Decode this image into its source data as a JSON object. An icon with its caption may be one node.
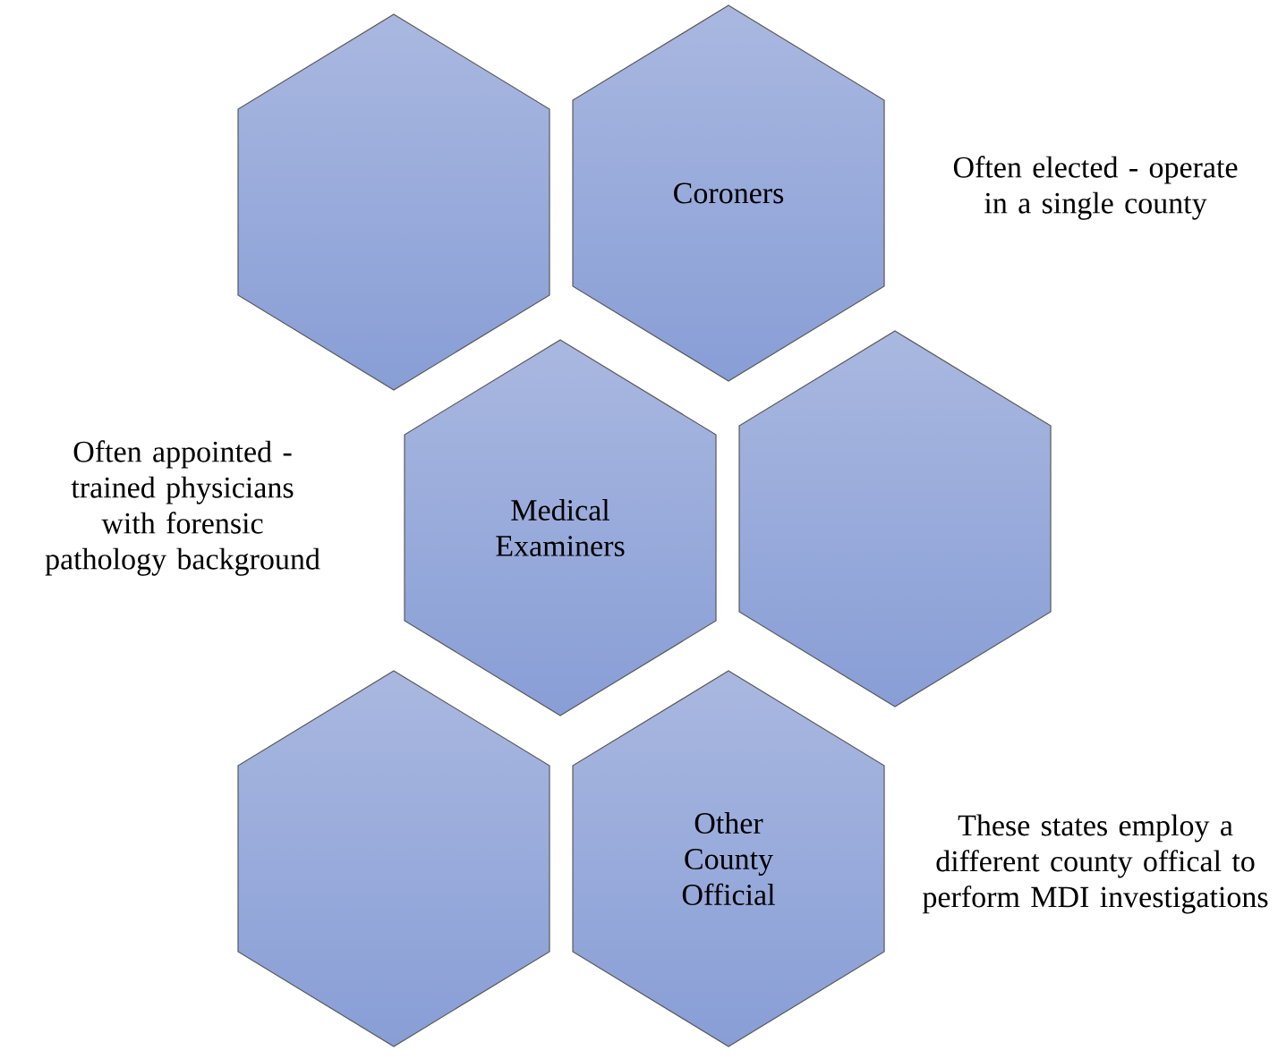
{
  "diagram": {
    "nodes": [
      {
        "text": [],
        "shape": "hexagon"
      },
      {
        "text": [
          "Coroners"
        ],
        "beside": [
          "Often elected - operate in a single county"
        ]
      },
      {
        "text": [
          "Medical Examiners"
        ]
      },
      {
        "text": [],
        "shape": "hexagon"
      },
      {
        "text": [],
        "shape": "hexagon"
      },
      {
        "text": [
          "Other County Official"
        ],
        "beside": [
          "These states employ a different county offical to perform MDI investigations"
        ]
      }
    ],
    "labels": [
      "Often appointed - trained physicians with forensic pathology background"
    ]
  }
}
